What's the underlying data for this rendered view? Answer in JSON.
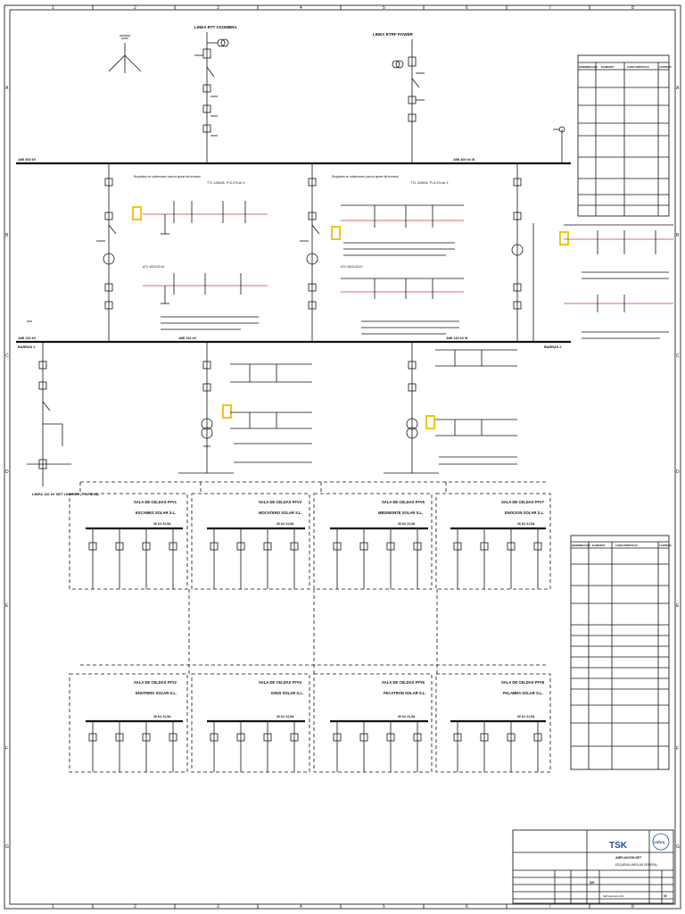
{
  "sheet": {
    "columns": [
      "1",
      "2",
      "3",
      "4",
      "5",
      "6",
      "7",
      "8"
    ],
    "rows": [
      "A",
      "B",
      "C",
      "D",
      "E",
      "F",
      "G"
    ]
  },
  "lines": {
    "top_left": "LINEA RTT ASOMBRA",
    "top_mid": "LINEA RTRF POWER",
    "left_feeder": "LINEA 132 kV SET LINARES (T-40 MVA)"
  },
  "busbars": {
    "main_left": "JdB 400 kV",
    "main_right": "JdB 400 kV B",
    "mv_left": "JdB 132 kV",
    "mv_mid": "JdB 132 kV",
    "mv_right": "JdB 132 kV B",
    "mv_left_label": "BARRAS 1",
    "mv_right_label": "BARRAS 2"
  },
  "transformers": {
    "t1_title": "TT1 120kVA, P=0.2% de Z",
    "t2_title": "TT2 120kVA, P=0.2% de Z",
    "note": "Requisitos en subterraneo para la ajuste del terminal",
    "tap_left": "ATV 400/132 kV",
    "tap_right": "ATV 400/132 kV"
  },
  "rooms": [
    {
      "title": "SALA DE CELDAS FFV1",
      "company": "ESCAMES SOLAR S.L.",
      "rating": "30 kV, 31,5A"
    },
    {
      "title": "SALA DE CELDAS FFV3",
      "company": "MOCATERO SOLAR S.L.",
      "rating": "30 kV, 31,5A"
    },
    {
      "title": "SALA DE CELDAS FFV5",
      "company": "MEDIMONTE SOLAR S.L.",
      "rating": "30 kV, 31,5A"
    },
    {
      "title": "SALA DE CELDAS FFV7",
      "company": "ENOCION SOLAR S.L.",
      "rating": "30 kV, 31,5A"
    },
    {
      "title": "SALA DE CELDAS FFV2",
      "company": "ENVITERO SOLAR S.L.",
      "rating": "30 kV, 31,5A"
    },
    {
      "title": "SALA DE CELDAS FFV4",
      "company": "IONIS SOLAR S.L.",
      "rating": "30 kV, 31,5A"
    },
    {
      "title": "SALA DE CELDAS FFV6",
      "company": "FECATRON SOLAR S.L.",
      "rating": "30 kV, 31,5A"
    },
    {
      "title": "SALA DE CELDAS FFV8",
      "company": "PALABRA SOLAR S.L.",
      "rating": "30 kV, 31,5A"
    }
  ],
  "legend_top": {
    "headers": [
      "DENOMINACION",
      "ELEMENTO",
      "CARACTERISTICAS",
      "CANTIDAD"
    ]
  },
  "legend_bottom": {
    "headers": [
      "DENOMINACION",
      "ELEMENTO",
      "CARACTERISTICAS",
      "CANTIDAD"
    ]
  },
  "title_block": {
    "logo_tsk": "TSK",
    "logo_cobra": "cobra",
    "project": "AMPLIACION SET",
    "drawing": "ESQUEMA UNIFILAR GENERAL",
    "scale": "S/E",
    "sheet_code": "SET-ELE-EU-001",
    "revision": "00"
  },
  "colors": {
    "line": "#111111",
    "highlight": "#f0c419",
    "relay_text": "#b03030"
  }
}
